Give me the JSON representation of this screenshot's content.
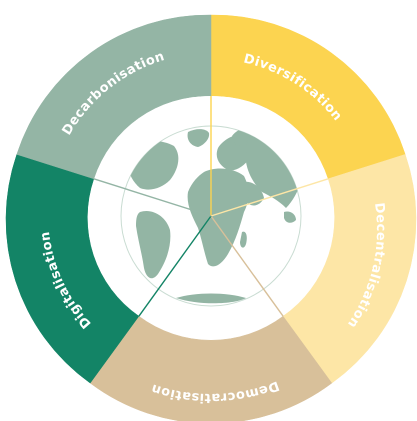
{
  "segments": [
    {
      "id": "diversification",
      "label": "Diversification",
      "color": "#fcd450",
      "text_color": "#ffffff"
    },
    {
      "id": "decentralisation",
      "label": "Decentralisation",
      "color": "#fde6a6",
      "text_color": "#ffffff"
    },
    {
      "id": "democratisation",
      "label": "Democratisation",
      "color": "#d8c09a",
      "text_color": "#ffffff"
    },
    {
      "id": "digitalisation",
      "label": "Digitalisation",
      "color": "#138466",
      "text_color": "#ffffff"
    },
    {
      "id": "decarbonisation",
      "label": "Decarbonisation",
      "color": "#94b5a5",
      "text_color": "#ffffff"
    }
  ],
  "globe": {
    "land_color": "#93b5a4",
    "ocean_color": "#ffffff",
    "icon": "globe-icon"
  }
}
